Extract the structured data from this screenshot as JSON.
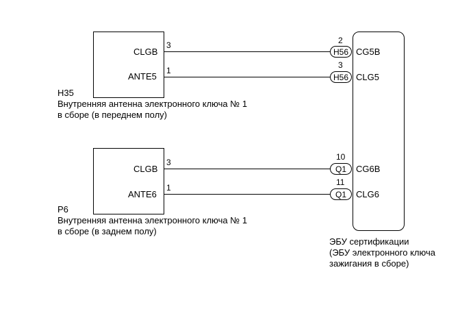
{
  "sensor_front": {
    "code": "H35",
    "caption_line1": "Внутренняя антенна электронного ключа № 1",
    "caption_line2": "в сборе (в переднем полу)",
    "terminals": [
      {
        "name": "CLGB",
        "pin": "3"
      },
      {
        "name": "ANTE5",
        "pin": "1"
      }
    ]
  },
  "sensor_rear": {
    "code": "P6",
    "caption_line1": "Внутренняя антенна электронного ключа № 1",
    "caption_line2": "в сборе (в заднем полу)",
    "terminals": [
      {
        "name": "CLGB",
        "pin": "3"
      },
      {
        "name": "ANTE6",
        "pin": "1"
      }
    ]
  },
  "ecu": {
    "caption_line1": "ЭБУ сертификации",
    "caption_line2": "(ЭБУ электронного ключа",
    "caption_line3": "зажигания в сборе)",
    "terminals": [
      {
        "pin": "2",
        "connector": "H56",
        "name": "CG5B"
      },
      {
        "pin": "3",
        "connector": "H56",
        "name": "CLG5"
      },
      {
        "pin": "10",
        "connector": "Q1",
        "name": "CG6B"
      },
      {
        "pin": "11",
        "connector": "Q1",
        "name": "CLG6"
      }
    ]
  }
}
